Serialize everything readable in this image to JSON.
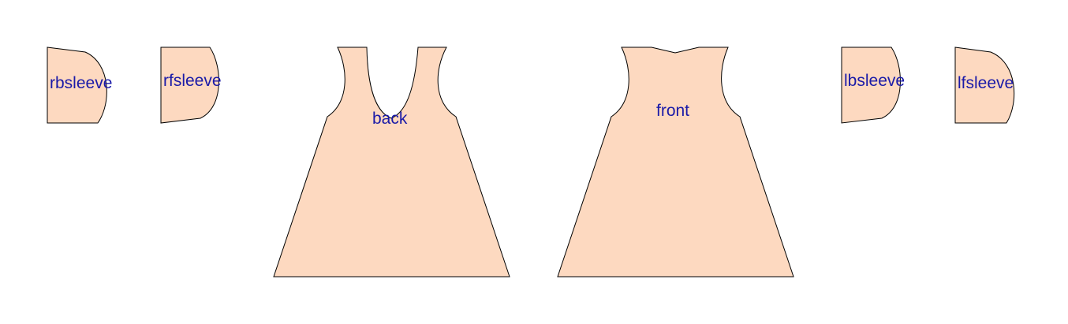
{
  "colors": {
    "piece_fill": "#fdd9c0",
    "piece_stroke": "#000000",
    "label": "#1a1aa8",
    "background": "#ffffff"
  },
  "pieces": [
    {
      "id": "rbsleeve",
      "label": "rbsleeve"
    },
    {
      "id": "rfsleeve",
      "label": "rfsleeve"
    },
    {
      "id": "back",
      "label": "back"
    },
    {
      "id": "front",
      "label": "front"
    },
    {
      "id": "lbsleeve",
      "label": "lbsleeve"
    },
    {
      "id": "lfsleeve",
      "label": "lfsleeve"
    }
  ]
}
